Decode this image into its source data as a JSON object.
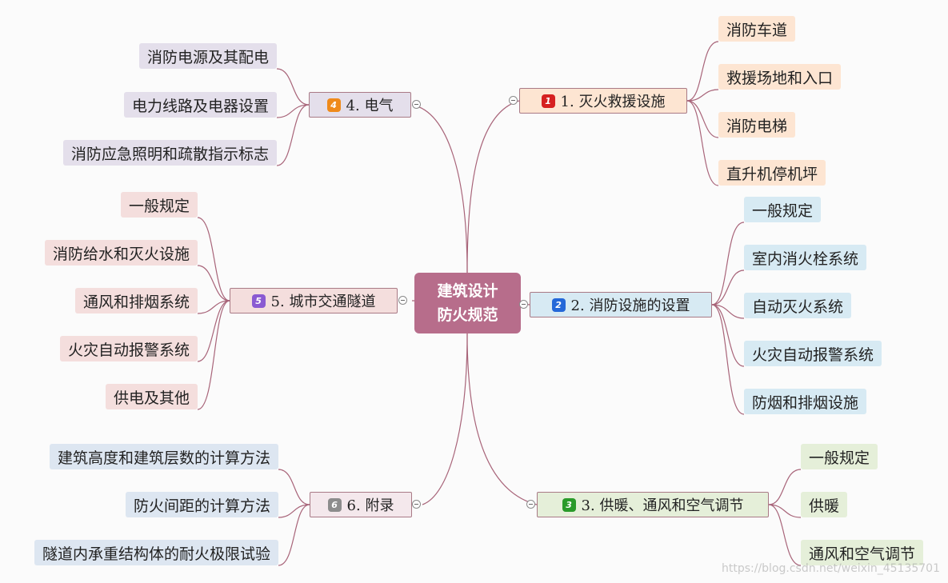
{
  "colors": {
    "center": "#b76d8b",
    "line": "#a86479",
    "badge1": "#d62020",
    "badge2": "#2468d8",
    "badge3": "#2a9a2a",
    "badge4": "#ef8a1a",
    "badge5": "#8a5ad2",
    "badge6": "#8c8c8c"
  },
  "center": {
    "line1": "建筑设计",
    "line2": "防火规范"
  },
  "branches": {
    "b1": {
      "num": "1",
      "label": "1. 灭火救援设施",
      "items": [
        "消防车道",
        "救援场地和入口",
        "消防电梯",
        "直升机停机坪"
      ]
    },
    "b2": {
      "num": "2",
      "label": "2. 消防设施的设置",
      "items": [
        "一般规定",
        "室内消火栓系统",
        "自动灭火系统",
        "火灾自动报警系统",
        "防烟和排烟设施"
      ]
    },
    "b3": {
      "num": "3",
      "label": "3. 供暖、通风和空气调节",
      "items": [
        "一般规定",
        "供暖",
        "通风和空气调节"
      ]
    },
    "b4": {
      "num": "4",
      "label": "4. 电气",
      "items": [
        "消防电源及其配电",
        "电力线路及电器设置",
        "消防应急照明和疏散指示标志"
      ]
    },
    "b5": {
      "num": "5",
      "label": "5. 城市交通隧道",
      "items": [
        "一般规定",
        "消防给水和灭火设施",
        "通风和排烟系统",
        "火灾自动报警系统",
        "供电及其他"
      ]
    },
    "b6": {
      "num": "6",
      "label": "6. 附录",
      "items": [
        "建筑高度和建筑层数的计算方法",
        "防火间距的计算方法",
        "隧道内承重结构体的耐火极限试验"
      ]
    }
  },
  "watermark": "https://blog.csdn.net/weixin_45135701"
}
